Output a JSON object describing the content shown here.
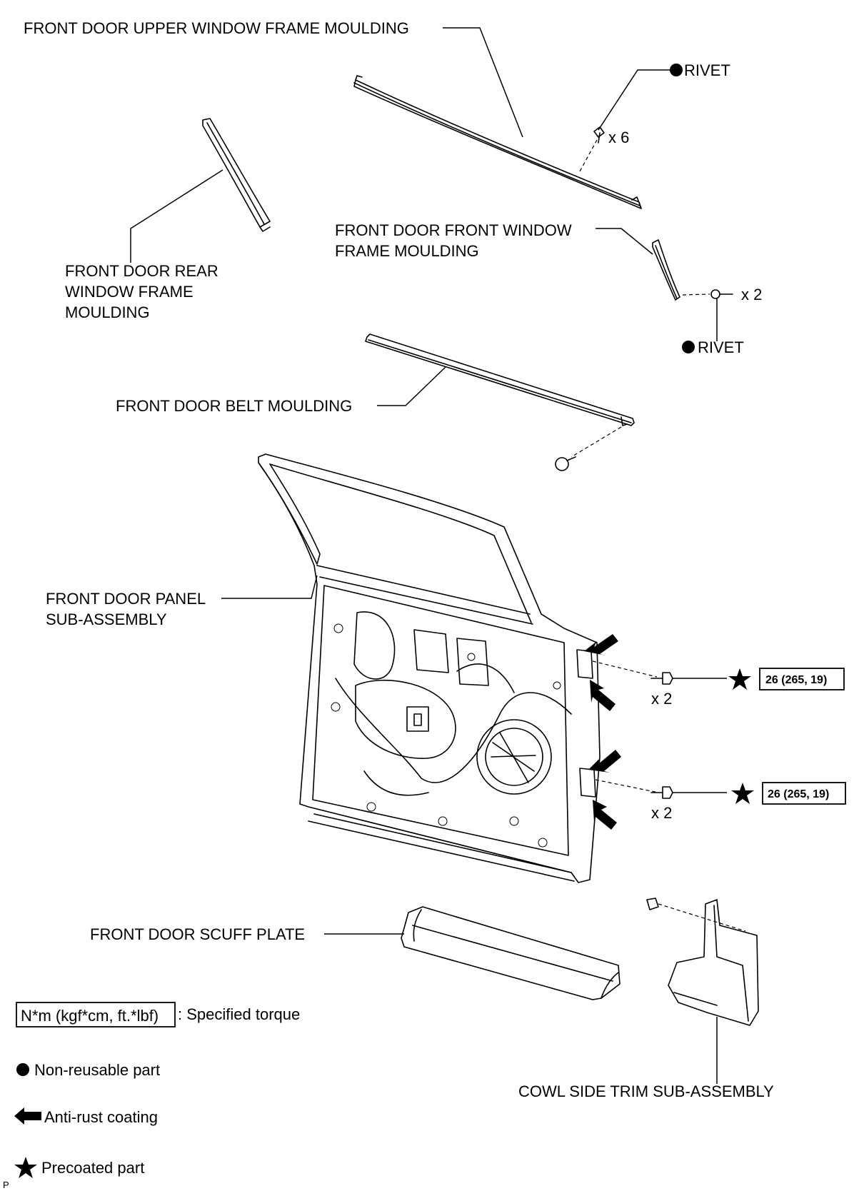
{
  "labels": {
    "upper_moulding": "FRONT DOOR UPPER WINDOW FRAME MOULDING",
    "rivet_top": "RIVET",
    "rivet_top_qty": "x 6",
    "rear_moulding_1": "FRONT DOOR REAR",
    "rear_moulding_2": "WINDOW FRAME",
    "rear_moulding_3": "MOULDING",
    "front_moulding_1": "FRONT DOOR FRONT WINDOW",
    "front_moulding_2": "FRAME MOULDING",
    "rivet_mid_qty": "x 2",
    "rivet_mid": "RIVET",
    "belt_moulding": "FRONT DOOR BELT MOULDING",
    "door_panel_1": "FRONT DOOR PANEL",
    "door_panel_2": "SUB-ASSEMBLY",
    "bolt_upper_qty": "x 2",
    "bolt_upper_torque": "26 (265, 19)",
    "bolt_lower_qty": "x 2",
    "bolt_lower_torque": "26 (265, 19)",
    "scuff_plate": "FRONT DOOR SCUFF PLATE",
    "cowl_trim": "COWL SIDE TRIM SUB-ASSEMBLY",
    "corner_mark": "P"
  },
  "legend": {
    "torque_box": "N*m (kgf*cm, ft.*lbf)",
    "torque_desc": ": Specified torque",
    "nonreusable": "Non-reusable part",
    "antirust": "Anti-rust coating",
    "precoated": "Precoated part"
  },
  "icons": [
    "circle-dot-icon",
    "arrow-left-icon",
    "star-icon"
  ]
}
